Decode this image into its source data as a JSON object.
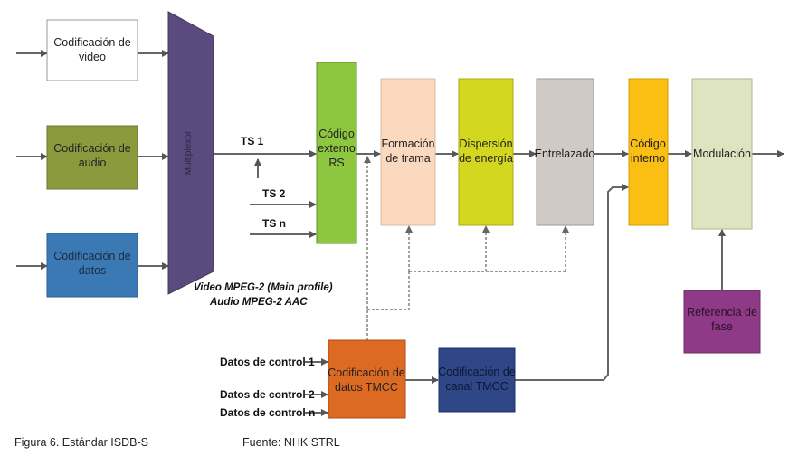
{
  "blocks": {
    "video": "Codificación de|video",
    "audio": "Codificación de|audio",
    "datos": "Codificación de|datos",
    "mux": "Multiplexor",
    "rs": "Código|externo|RS",
    "trama": "Formación|de trama",
    "energia": "Dispersión|de energía",
    "entrelazado": "Entrelazado",
    "interno": "Código|interno",
    "modulacion": "Modulación",
    "fase": "Referencia de|fase",
    "tmcc_datos": "Codificación de|datos TMCC",
    "tmcc_canal": "Codificación de|canal TMCC"
  },
  "labels": {
    "ts1": "TS 1",
    "ts2": "TS 2",
    "tsn": "TS n",
    "mpeg_video": "Video MPEG-2 (Main profile)",
    "mpeg_audio": "Audio MPEG-2 AAC",
    "ctrl1": "Datos de control 1",
    "ctrl2": "Datos de control 2",
    "ctrln": "Datos de control n"
  },
  "colors": {
    "video": "#ffffff",
    "audio": "#8c9a3e",
    "datos": "#3b79b5",
    "mux": "#5b4a7e",
    "rs": "#8dc63f",
    "trama": "#fbd9bf",
    "energia": "#d4d71f",
    "entrelazado": "#cfcac6",
    "interno": "#fbbe13",
    "modulacion": "#dde4bf",
    "fase": "#8e3a86",
    "tmcc_datos": "#dd6a23",
    "tmcc_canal": "#2f4787"
  },
  "caption": {
    "figure": "Figura 6. Estándar ISDB-S",
    "source": "Fuente: NHK STRL"
  }
}
